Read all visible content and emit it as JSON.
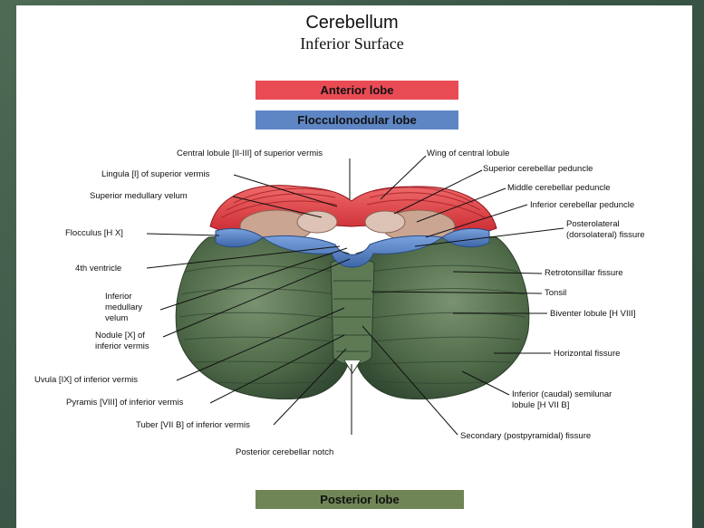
{
  "title": "Cerebellum",
  "subtitle": "Inferior Surface",
  "legend": {
    "anterior": "Anterior lobe",
    "flocculonodular": "Flocculonodular lobe",
    "posterior": "Posterior lobe"
  },
  "colors": {
    "anterior": "#e94b54",
    "flocculonodular": "#5e86c4",
    "posterior": "#6f8556",
    "background": "#3b5546"
  },
  "labels": {
    "central_lobule": "Central lobule [II-III] of superior vermis",
    "lingula": "Lingula [I] of superior vermis",
    "superior_medullary_velum": "Superior medullary velum",
    "flocculus": "Flocculus [H X]",
    "fourth_ventricle": "4th ventricle",
    "inferior_medullary_velum_1": "Inferior",
    "inferior_medullary_velum_2": "medullary",
    "inferior_medullary_velum_3": "velum",
    "nodule_1": "Nodule [X] of",
    "nodule_2": "inferior vermis",
    "uvula": "Uvula [IX] of inferior vermis",
    "pyramis": "Pyramis [VIII] of inferior vermis",
    "tuber": "Tuber [VII B] of inferior vermis",
    "posterior_notch": "Posterior cerebellar notch",
    "wing_central_lobule": "Wing of central lobule",
    "superior_peduncle": "Superior cerebellar peduncle",
    "middle_peduncle": "Middle cerebellar peduncle",
    "inferior_peduncle": "Inferior cerebellar peduncle",
    "posterolateral_1": "Posterolateral",
    "posterolateral_2": "(dorsolateral) fissure",
    "retrotonsillar": "Retrotonsillar fissure",
    "tonsil": "Tonsil",
    "biventer": "Biventer lobule [H VIII]",
    "horizontal": "Horizontal fissure",
    "semilunar_1": "Inferior (caudal) semilunar",
    "semilunar_2": "lobule [H VII B]",
    "secondary": "Secondary (postpyramidal) fissure"
  }
}
